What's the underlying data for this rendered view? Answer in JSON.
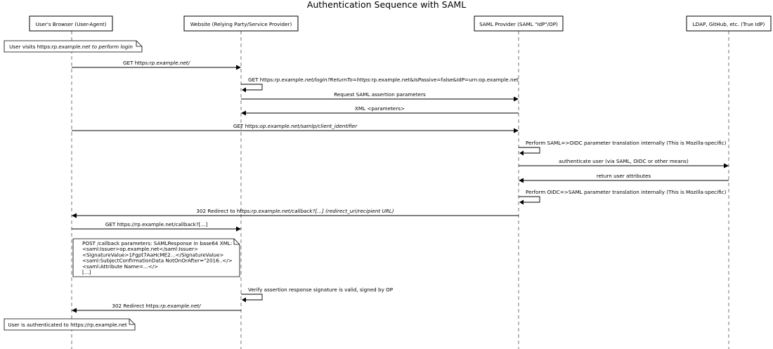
{
  "title": "Authentication Sequence with SAML",
  "participants": [
    {
      "id": "browser",
      "label": "User's Browser (User-Agent)"
    },
    {
      "id": "rp",
      "label": "Website (Relying Party/Service Provider)"
    },
    {
      "id": "op",
      "label": "SAML Provider (SAML \"IdP\"/OP)"
    },
    {
      "id": "idp",
      "label": "LDAP, GitHub, etc. (True IdP)"
    }
  ],
  "steps": [
    {
      "kind": "note",
      "over": "browser",
      "segments": [
        {
          "t": "User visits https:"
        },
        {
          "t": "rp.example.net to perform login",
          "i": true
        }
      ]
    },
    {
      "kind": "msg",
      "from": "browser",
      "to": "rp",
      "segments": [
        {
          "t": "GET https:"
        },
        {
          "t": "rp.example.net/",
          "i": true
        }
      ]
    },
    {
      "kind": "msg",
      "from": "rp",
      "to": "rp",
      "segments": [
        {
          "t": "GET https:"
        },
        {
          "t": "rp.example.net/login?ReturnTo=https:",
          "i": true
        },
        {
          "t": "rp.example.net&IsPassive=false&IdP=urn:op.example.net"
        }
      ]
    },
    {
      "kind": "msg",
      "from": "rp",
      "to": "op",
      "segments": [
        {
          "t": "Request SAML assertion parameters"
        }
      ]
    },
    {
      "kind": "msg",
      "from": "op",
      "to": "rp",
      "segments": [
        {
          "t": "XML <parameters>"
        }
      ]
    },
    {
      "kind": "msg",
      "from": "browser",
      "to": "op",
      "segments": [
        {
          "t": "GET https:"
        },
        {
          "t": "op.example.net/samlp/client_identifier",
          "i": true
        }
      ]
    },
    {
      "kind": "msg",
      "from": "op",
      "to": "op",
      "segments": [
        {
          "t": "Perform SAML=>OIDC parameter translation internally (This is Mozilla-specific)"
        }
      ]
    },
    {
      "kind": "msg",
      "from": "op",
      "to": "idp",
      "segments": [
        {
          "t": "authenticate user (via SAML, OIDC or other means)"
        }
      ]
    },
    {
      "kind": "msg",
      "from": "idp",
      "to": "op",
      "segments": [
        {
          "t": "return user attributes"
        }
      ]
    },
    {
      "kind": "msg",
      "from": "op",
      "to": "op",
      "segments": [
        {
          "t": "Perform OIDC=>SAML parameter translation internally (This is Mozilla-specific)"
        }
      ]
    },
    {
      "kind": "msg",
      "from": "op",
      "to": "browser",
      "segments": [
        {
          "t": "302 Redirect to https:"
        },
        {
          "t": "rp.example.net/callback?[...] (redirect_uri/recipient URL)",
          "i": true
        }
      ]
    },
    {
      "kind": "msg",
      "from": "browser",
      "to": "rp",
      "segments": [
        {
          "t": "GET https://rp.example.net/callback?[...]"
        }
      ]
    },
    {
      "kind": "note",
      "over": "browser-rp",
      "lines": [
        "POST /callback parameters: SAMLResponse in base64 XML:",
        "<saml:Issuer>op.example.net</saml:Issuer>",
        "<SignatureValue>1Fgpt7AaHcME2...</SignatureValue>",
        "<saml:SubjectConfirmationData NotOnOrAfter=\"2016..</>",
        "<saml:Attribute Name=...</>",
        "[...]"
      ]
    },
    {
      "kind": "msg",
      "from": "rp",
      "to": "rp",
      "segments": [
        {
          "t": "Verify assertion response signature is valid, signed by OP"
        }
      ]
    },
    {
      "kind": "msg",
      "from": "rp",
      "to": "browser",
      "segments": [
        {
          "t": "302 Redirect https:"
        },
        {
          "t": "rp.example.net/",
          "i": true
        }
      ]
    },
    {
      "kind": "note",
      "over": "browser",
      "segments": [
        {
          "t": "User is authenticated to https://rp.example.net"
        }
      ]
    }
  ]
}
